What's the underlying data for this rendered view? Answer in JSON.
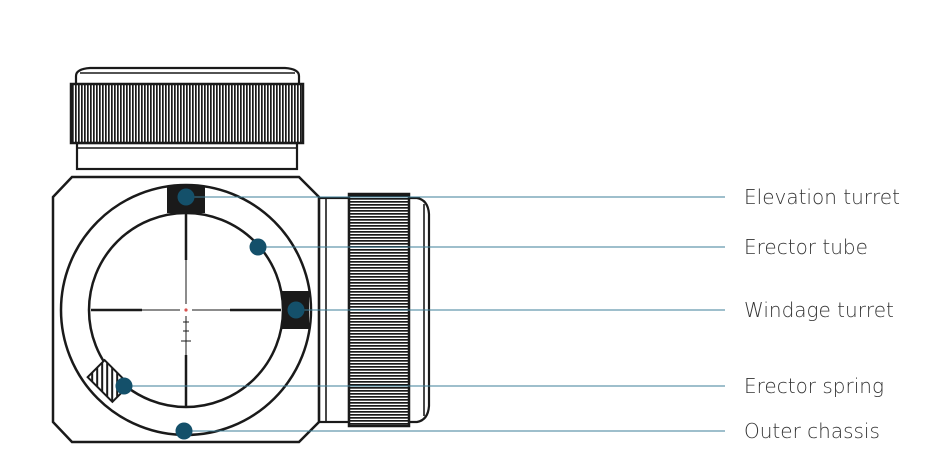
{
  "diagram": {
    "subject": "rifle-scope-turret-cross-section",
    "colors": {
      "outline": "#1a1a1a",
      "marker": "#14506a",
      "leader_line": "#3d7f98",
      "reticle_center": "#d9534f",
      "label_text": "#333333"
    },
    "callouts": [
      {
        "id": "elevation-turret",
        "label": "Elevation turret"
      },
      {
        "id": "erector-tube",
        "label": "Erector tube"
      },
      {
        "id": "windage-turret",
        "label": "Windage turret"
      },
      {
        "id": "erector-spring",
        "label": "Erector spring"
      },
      {
        "id": "outer-chassis",
        "label": "Outer chassis"
      }
    ]
  }
}
